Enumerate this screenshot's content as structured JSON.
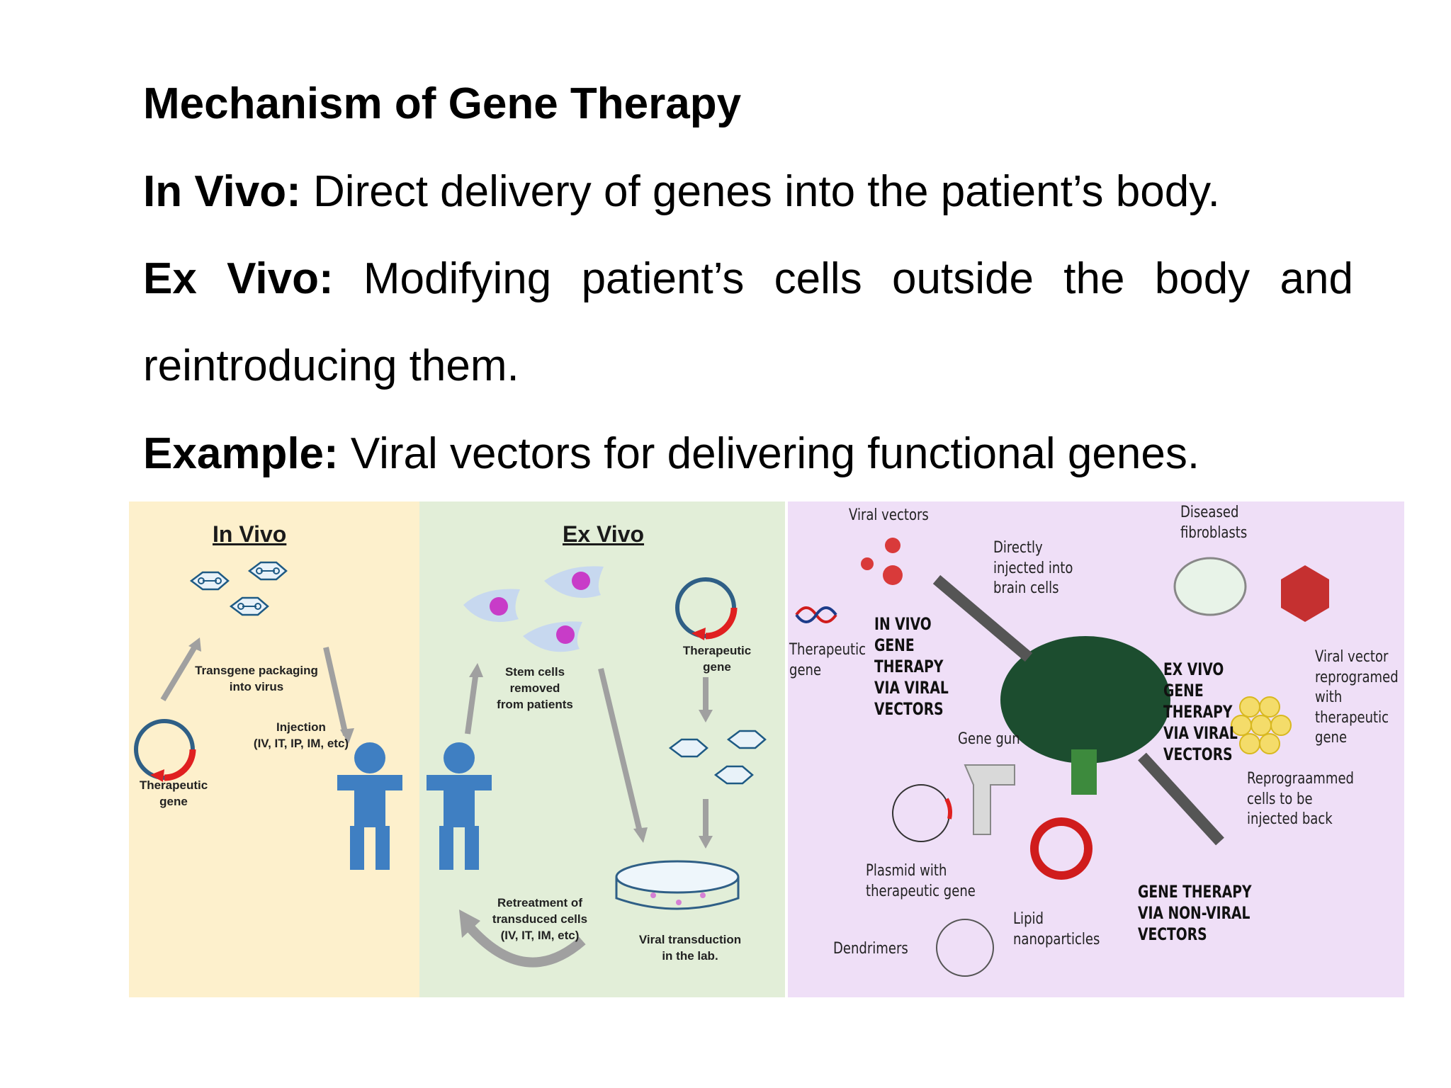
{
  "slide": {
    "title": "Mechanism of Gene Therapy",
    "in_vivo": {
      "label": "In Vivo:",
      "text": "Direct delivery of genes into the patient’s body."
    },
    "ex_vivo": {
      "label": "Ex",
      "label2": "Vivo:",
      "words": [
        "Modifying",
        "patient’s",
        "cells",
        "outside",
        "the",
        "body",
        "and"
      ],
      "line2": "reintroducing them."
    },
    "example": {
      "label": "Example:",
      "text": "Viral vectors for delivering functional genes."
    }
  },
  "figure": {
    "in_vivo_panel": {
      "title": "In Vivo",
      "transgene": "Transgene packaging\ninto virus",
      "injection": "Injection\n(IV, IT, IP, IM, etc)",
      "therapeutic_gene": "Therapeutic\ngene"
    },
    "ex_vivo_panel": {
      "title": "Ex Vivo",
      "stem_cells": "Stem cells\nremoved\nfrom patients",
      "therapeutic_gene": "Therapeutic\ngene",
      "retreatment": "Retreatment of\ntransduced cells\n(IV, IT, IM, etc)",
      "viral_transduction": "Viral transduction\nin the lab."
    },
    "right_panel": {
      "viral_vectors": "Viral vectors",
      "directly_injected": "Directly\ninjected into\nbrain cells",
      "diseased_fibroblasts": "Diseased\nfibroblasts",
      "therapeutic_gene": "Therapeutic\ngene",
      "in_vivo_viral": "IN VIVO\nGENE\nTHERAPY\nVIA VIRAL\nVECTORS",
      "ex_vivo_viral": "EX VIVO\nGENE\nTHERAPY\nVIA VIRAL\nVECTORS",
      "viral_vector_reprogramed": "Viral vector\nreprogramed\nwith\ntherapeutic\ngene",
      "gene_gun": "Gene gun",
      "reprogrammed_cells": "Reprograammed\ncells to be\ninjected back",
      "plasmid": "Plasmid with\ntherapeutic gene",
      "non_viral": "GENE THERAPY\nVIA NON-VIRAL\nVECTORS",
      "lipid": "Lipid\nnanoparticles",
      "dendrimers": "Dendrimers"
    }
  },
  "colors": {
    "in_vivo_bg": "#fdf0cc",
    "ex_vivo_bg": "#e2eed8",
    "right_bg": "#efdff7",
    "person_blue": "#3f7fc2",
    "gene_red": "#e02020"
  }
}
